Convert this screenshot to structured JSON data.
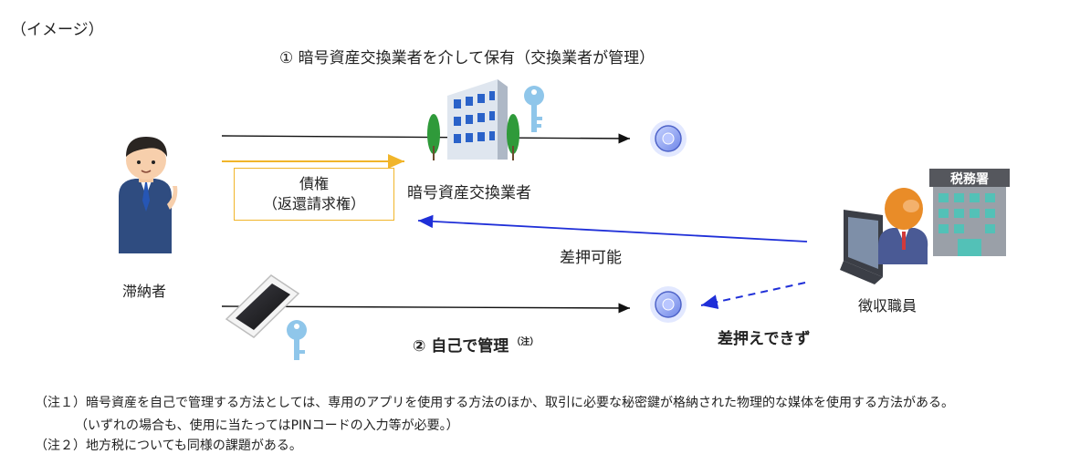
{
  "header": {
    "image_label": "（イメージ）"
  },
  "route1": {
    "caption": "① 暗号資産交換業者を介して保有（交換業者が管理）"
  },
  "route2": {
    "caption": "② 自己で管理",
    "note_mark": "（注）"
  },
  "actors": {
    "delinquent": "滞納者",
    "exchange": "暗号資産交換業者",
    "collector": "徴収職員",
    "tax_office_sign": "税務署"
  },
  "claim": {
    "line1": "債権",
    "line2": "（返還請求権）"
  },
  "arrows": {
    "seizable": "差押可能",
    "not_seizable": "差押えできず"
  },
  "notes": {
    "note1": "（注１）暗号資産を自己で管理する方法としては、専用のアプリを使用する方法のほか、取引に必要な秘密鍵が格納された物理的な媒体を使用する方法がある。",
    "note1_sub": "（いずれの場合も、使用に当たってはPINコードの入力等が必要。）",
    "note2": "（注２）地方税についても同様の課題がある。"
  },
  "colors": {
    "claim_arrow": "#f1b52a",
    "seize_arrow": "#1f2fd8",
    "key": "#8fc6ea",
    "coin": "#6f86e8",
    "building": "#cfd8e4",
    "tax_office": "#8b8f97"
  },
  "icons": [
    "person-icon",
    "building-icon",
    "key-icon",
    "coin-icon",
    "smartphone-icon",
    "computer-icon",
    "tax-officer-icon",
    "tax-office-building-icon"
  ]
}
